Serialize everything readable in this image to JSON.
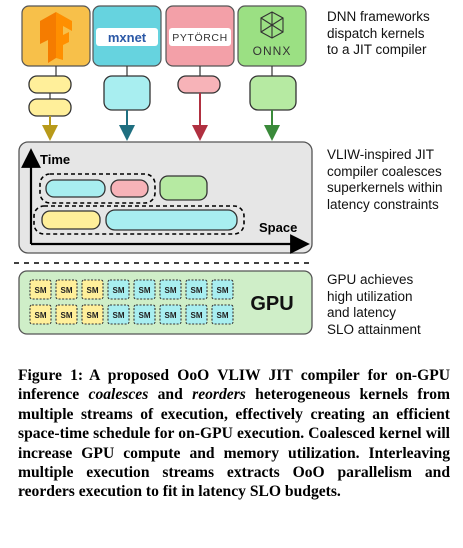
{
  "frameworks": [
    {
      "name": "TensorFlow",
      "label": "",
      "color": "#f7c04a",
      "icon": "tensorflow-logo"
    },
    {
      "name": "MXNet",
      "label": "mxnet",
      "color": "#66d3df",
      "icon": "mxnet-logo"
    },
    {
      "name": "PyTorch",
      "label": "PYTÖRCH",
      "color": "#f3a0a8",
      "icon": "pytorch-logo"
    },
    {
      "name": "ONNX",
      "label": "ONNX",
      "color": "#9be083",
      "icon": "onnx-logo"
    }
  ],
  "notes": {
    "frameworks": [
      "DNN frameworks",
      "dispatch kernels",
      "to a JIT compiler"
    ],
    "compiler": [
      "VLIW-inspired JIT",
      "compiler coalesces",
      "superkernels within",
      "latency constraints"
    ],
    "gpu": [
      "GPU achieves",
      "high utilization",
      "and latency",
      "SLO attainment"
    ]
  },
  "axes": {
    "time": "Time",
    "space": "Space"
  },
  "gpu": {
    "label": "GPU",
    "sm_label": "SM",
    "rows": [
      [
        "yellow",
        "yellow",
        "yellow",
        "cyan",
        "cyan",
        "cyan",
        "cyan",
        "cyan"
      ],
      [
        "yellow",
        "yellow",
        "yellow",
        "cyan",
        "cyan",
        "cyan",
        "cyan",
        "cyan"
      ]
    ]
  },
  "colors": {
    "yellow": "#ffef9a",
    "cyan": "#a8eef0",
    "red": "#f7b3b8",
    "green": "#b6eaa2",
    "compiler_bg": "#e6e6e6",
    "gpu_bg": "#cfeec8"
  },
  "caption": {
    "figure": "Figure 1:",
    "text_a": "A proposed OoO VLIW JIT compiler for on-GPU inference ",
    "em1": "coalesces",
    "text_b": " and ",
    "em2": "reorders",
    "text_c": " heterogeneous kernels from multiple streams of execution, effectively creating an efficient space-time schedule for on-GPU execution. Coalesced kernel will increase GPU compute and memory utilization. Interleaving multiple execution streams extracts OoO parallelism and reorders execution to fit in latency SLO budgets."
  }
}
